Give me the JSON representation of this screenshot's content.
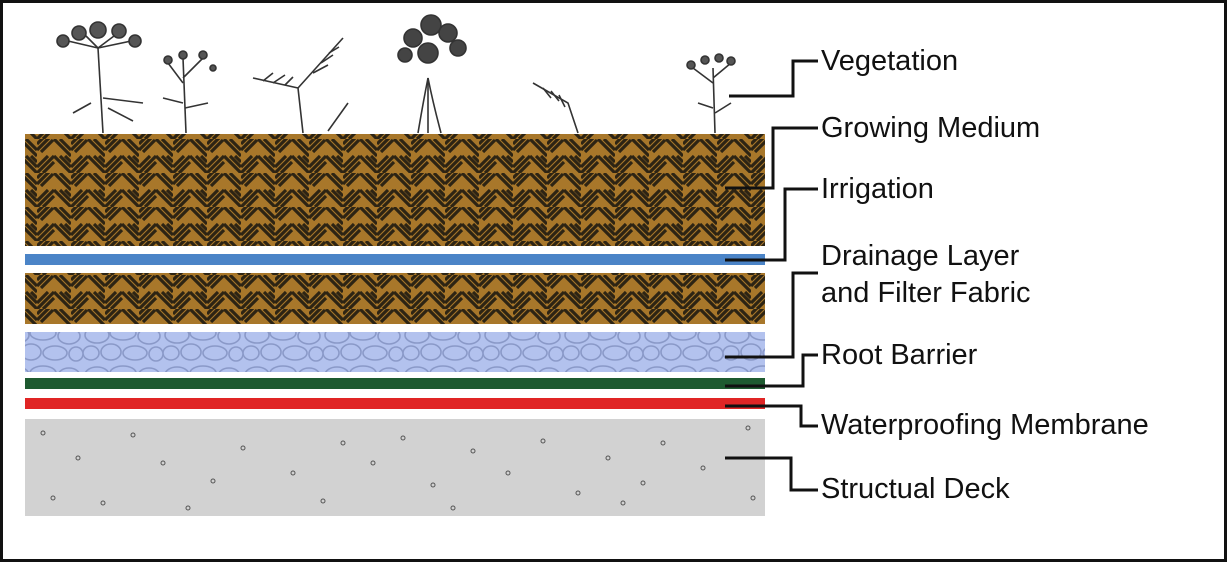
{
  "labels": {
    "vegetation": "Vegetation",
    "growing_medium": "Growing Medium",
    "irrigation": "Irrigation",
    "drainage_line1": "Drainage Layer",
    "drainage_line2": "and Filter Fabric",
    "root_barrier": "Root Barrier",
    "waterproofing": "Waterproofing Membrane",
    "deck": "Structual Deck"
  },
  "colors": {
    "soil": "#a8772a",
    "soil_weave": "#2d2414",
    "irrigation": "#4b84c7",
    "drainage": "#b3c2ee",
    "drainage_pebble": "#8a99c8",
    "root_barrier": "#1e5a30",
    "waterproofing": "#e02525",
    "deck": "#d2d2d2",
    "leader": "#111111",
    "plant": "#333333"
  }
}
